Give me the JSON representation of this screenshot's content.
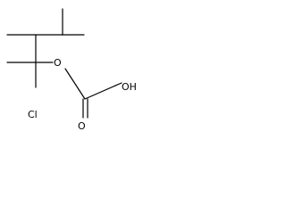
{
  "molecule": {
    "atoms": {
      "oxygen_ester": "O",
      "chlorine": "Cl",
      "oxygen_carbonyl": "O",
      "hydroxyl": "OH"
    }
  }
}
